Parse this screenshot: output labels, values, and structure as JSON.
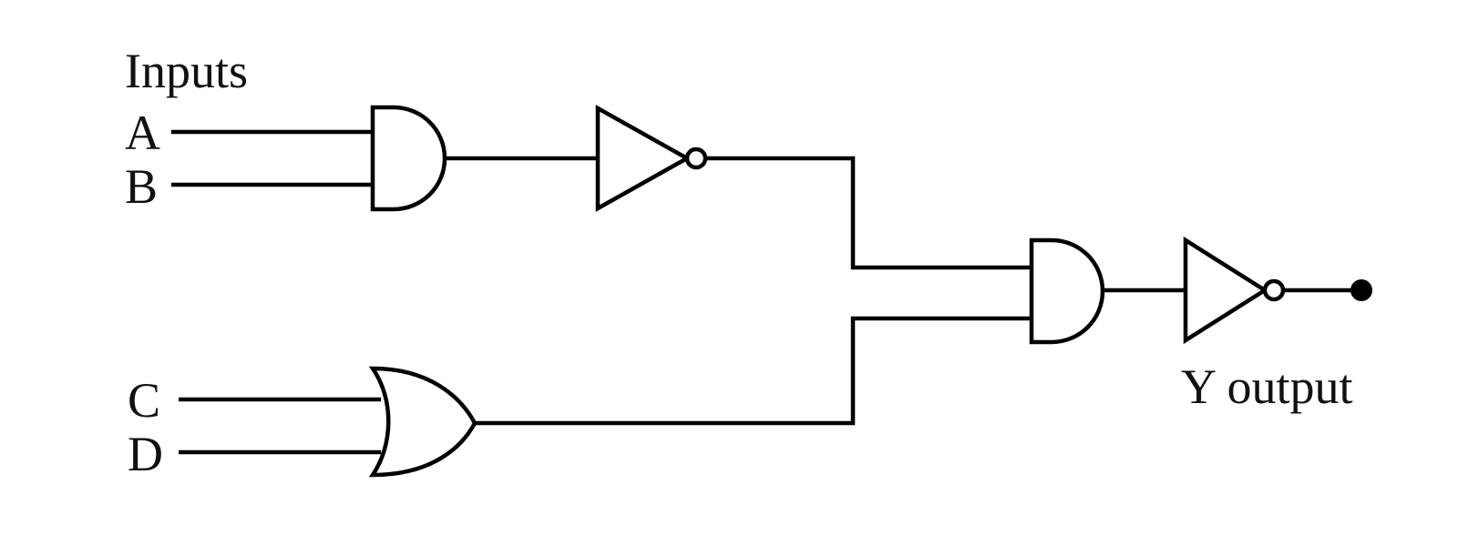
{
  "diagram": {
    "title": "Inputs",
    "inputs": [
      "A",
      "B",
      "C",
      "D"
    ],
    "output_label": "Y output",
    "gates": [
      {
        "id": "and1",
        "type": "AND",
        "inputs": [
          "A",
          "B"
        ]
      },
      {
        "id": "not1",
        "type": "NOT",
        "inputs": [
          "and1"
        ]
      },
      {
        "id": "or1",
        "type": "OR",
        "inputs": [
          "C",
          "D"
        ]
      },
      {
        "id": "and2",
        "type": "AND",
        "inputs": [
          "not1",
          "or1"
        ]
      },
      {
        "id": "not2",
        "type": "NOT",
        "inputs": [
          "and2"
        ]
      }
    ],
    "output": "not2"
  }
}
